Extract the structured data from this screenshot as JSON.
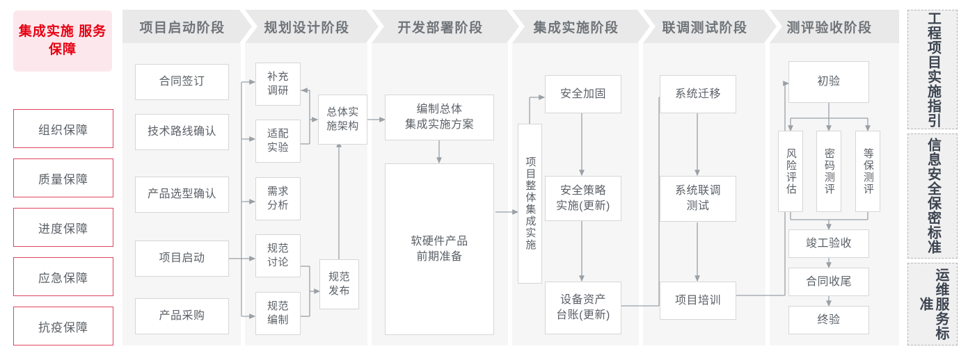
{
  "left_panel": {
    "lead": "集成实施\n服务保障",
    "lead_color": "#e60012",
    "lead_bg": "#fce8ec",
    "guarantee_border": "#e0445f",
    "items": [
      {
        "label": "组织保障"
      },
      {
        "label": "质量保障"
      },
      {
        "label": "进度保障"
      },
      {
        "label": "应急保障"
      },
      {
        "label": "抗疫保障"
      }
    ]
  },
  "stages": [
    {
      "id": "startup",
      "title": "项目启动阶段",
      "nodes": [
        {
          "id": "contract",
          "label": "合同签订"
        },
        {
          "id": "tech-route",
          "label": "技术路线确认"
        },
        {
          "id": "product-sel",
          "label": "产品选型确认"
        },
        {
          "id": "kickoff",
          "label": "项目启动"
        },
        {
          "id": "purchase",
          "label": "产品采购"
        }
      ]
    },
    {
      "id": "planning",
      "title": "规划设计阶段",
      "nodes": [
        {
          "id": "survey",
          "label": "补充\n调研"
        },
        {
          "id": "adapt",
          "label": "适配\n实验"
        },
        {
          "id": "demand",
          "label": "需求\n分析"
        },
        {
          "id": "spec-talk",
          "label": "规范\n讨论"
        },
        {
          "id": "spec-make",
          "label": "规范\n编制"
        },
        {
          "id": "arch",
          "label": "总体实\n施架构"
        },
        {
          "id": "spec-pub",
          "label": "规范\n发布"
        }
      ]
    },
    {
      "id": "develop",
      "title": "开发部署阶段",
      "nodes": [
        {
          "id": "plan-doc",
          "label": "编制总体\n集成实施方案"
        },
        {
          "id": "hw-sw-prep",
          "label": "软硬件产品\n前期准备"
        }
      ]
    },
    {
      "id": "integrate",
      "title": "集成实施阶段",
      "nodes": [
        {
          "id": "overall-integ",
          "label": "项目整体集成实施"
        },
        {
          "id": "sec-harden",
          "label": "安全加固"
        },
        {
          "id": "sec-policy",
          "label": "安全策略\n实施(更新)"
        },
        {
          "id": "asset-ledger",
          "label": "设备资产\n台账(更新)"
        }
      ]
    },
    {
      "id": "joint-test",
      "title": "联调测试阶段",
      "nodes": [
        {
          "id": "sys-migrate",
          "label": "系统迁移"
        },
        {
          "id": "joint-test",
          "label": "系统联调\n测试"
        },
        {
          "id": "training",
          "label": "项目培训"
        }
      ]
    },
    {
      "id": "acceptance",
      "title": "测评验收阶段",
      "nodes": [
        {
          "id": "initial-accept",
          "label": "初验"
        },
        {
          "id": "risk-assess",
          "label": "风险评估"
        },
        {
          "id": "crypto-eval",
          "label": "密码测评"
        },
        {
          "id": "mlps-eval",
          "label": "等保测评"
        },
        {
          "id": "completion",
          "label": "竣工验收"
        },
        {
          "id": "contract-close",
          "label": "合同收尾"
        },
        {
          "id": "final-accept",
          "label": "终验"
        }
      ]
    }
  ],
  "standards_rail": [
    {
      "id": "eng-guide",
      "label": "工程项目实施指引"
    },
    {
      "id": "sec-std",
      "label": "信息安全保密标准"
    },
    {
      "id": "ops-std",
      "label": "运维服务标准"
    }
  ],
  "colors": {
    "stage_head_bg": "#e9e9e9",
    "stage_body_bg": "#f6f6f6",
    "node_border": "#d6d6d6",
    "text": "#5b6066",
    "wire": "#9aa0a6",
    "rail_bg": "#f0f0f0",
    "rail_border": "#b4b4b4"
  }
}
